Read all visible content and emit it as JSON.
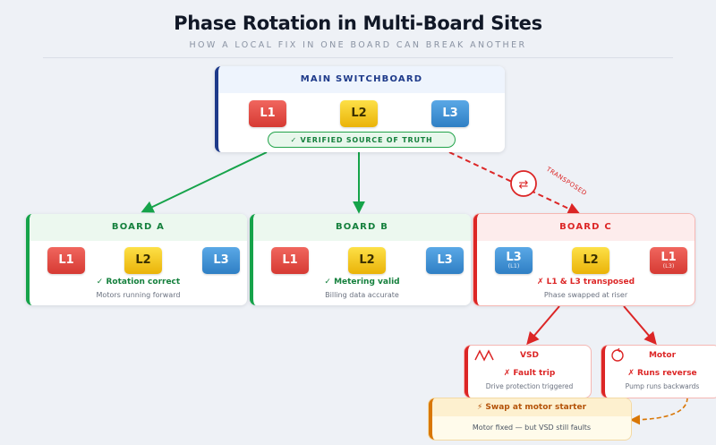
{
  "title": "Phase Rotation in Multi-Board Sites",
  "subtitle": "HOW A LOCAL FIX IN ONE BOARD CAN BREAK ANOTHER",
  "main": {
    "title": "MAIN SWITCHBOARD",
    "phases": [
      "L1",
      "L2",
      "L3"
    ],
    "badge": "✓ VERIFIED SOURCE OF TRUTH"
  },
  "transposed_label": "TRANSPOSED",
  "boards": [
    {
      "title": "BOARD A",
      "phases": [
        "L1",
        "L2",
        "L3"
      ],
      "status": "✓ Rotation correct",
      "note": "Motors running forward"
    },
    {
      "title": "BOARD B",
      "phases": [
        "L1",
        "L2",
        "L3"
      ],
      "status": "✓ Metering valid",
      "note": "Billing data accurate"
    },
    {
      "title": "BOARD C",
      "phases": [
        "L3",
        "L2",
        "L1"
      ],
      "phase_subs": [
        "(L1)",
        "",
        "(L3)"
      ],
      "status": "✗ L1 & L3 transposed",
      "note": "Phase swapped at riser"
    }
  ],
  "vsd": {
    "title": "VSD",
    "status": "✗ Fault trip",
    "note": "Drive protection triggered"
  },
  "motor": {
    "title": "Motor",
    "status": "✗ Runs reverse",
    "note": "Pump runs backwards"
  },
  "swap": {
    "title": "⚡ Swap at motor starter",
    "note": "Motor fixed — but VSD still faults"
  },
  "colors": {
    "ok": "#16a34a",
    "fault": "#dc2626",
    "main_accent": "#1e3a8a",
    "warn": "#d97706",
    "l1": "#e04a42",
    "l2": "#facc15",
    "l3": "#3b8fd6"
  }
}
